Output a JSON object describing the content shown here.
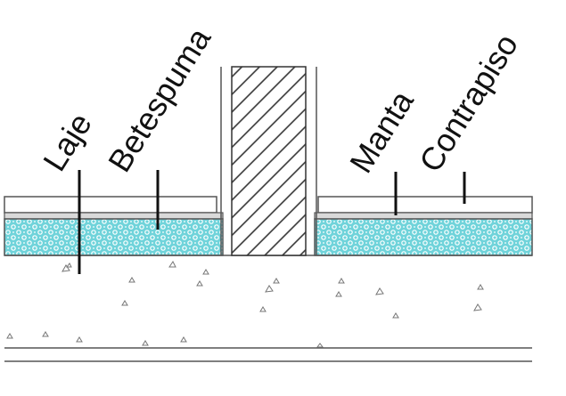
{
  "diagram": {
    "labels": {
      "laje": "Laje",
      "betespuma": "Betespuma",
      "manta": "Manta",
      "contrapiso": "Contrapiso"
    }
  },
  "colors": {
    "foam_fill": "#6FD3DA",
    "foam_pattern": "#ffffff",
    "line": "#555555",
    "manta_fill": "#d9d9d9",
    "text": "#111111",
    "background": "#ffffff"
  }
}
